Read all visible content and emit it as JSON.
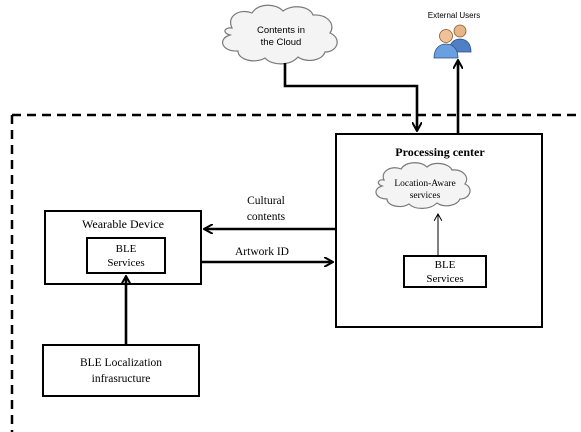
{
  "cloud_contents": {
    "line1": "Contents in",
    "line2": "the Cloud"
  },
  "external_users": {
    "label": "External Users",
    "icon": "users-icon"
  },
  "processing_center": {
    "title": "Processing center"
  },
  "location_aware": {
    "line1": "Location-Aware",
    "line2": "services"
  },
  "ble_services_pc": {
    "line1": "BLE",
    "line2": "Services"
  },
  "wearable_device": {
    "title": "Wearable Device"
  },
  "ble_services_wd": {
    "line1": "BLE",
    "line2": "Services"
  },
  "ble_localization": {
    "line1": "BLE Localization",
    "line2": "infrasructure"
  },
  "edge_cultural": {
    "line1": "Cultural",
    "line2": "contents"
  },
  "edge_artwork": {
    "label": "Artwork ID"
  }
}
